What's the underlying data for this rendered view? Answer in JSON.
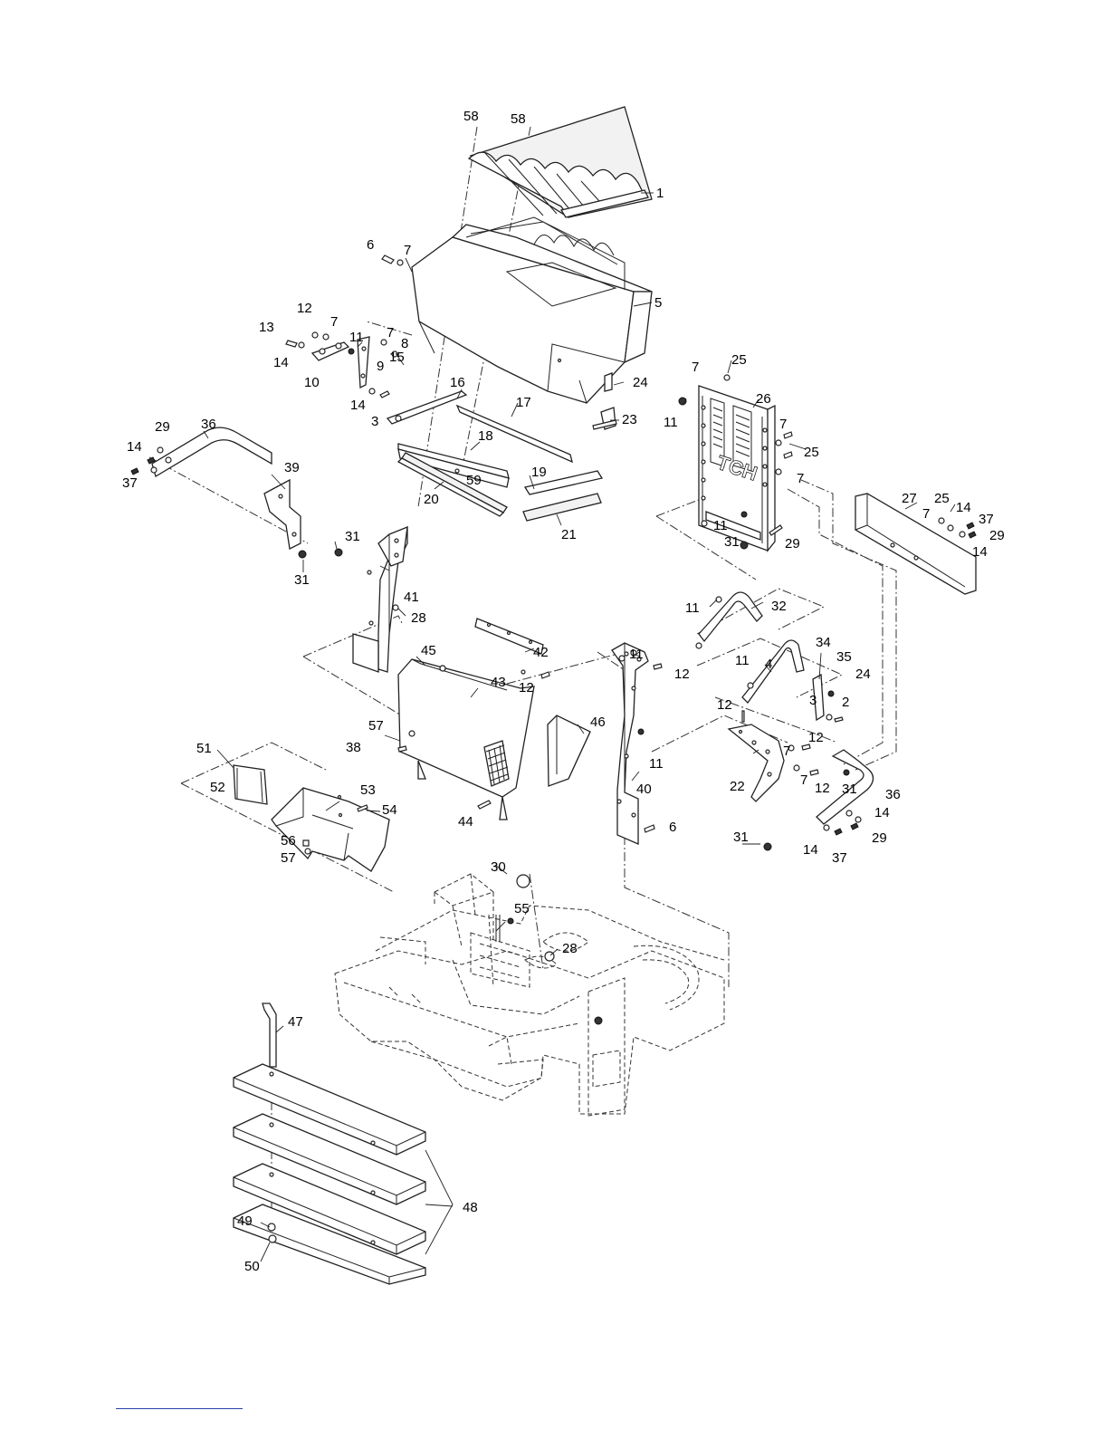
{
  "diagram": {
    "callouts": {
      "p1": "1",
      "p2": "2",
      "p3": "3",
      "p4": "4",
      "p5": "5",
      "p6": "6",
      "p7": "7",
      "p8": "8",
      "p9": "9",
      "p10": "10",
      "p11": "11",
      "p12": "12",
      "p13": "13",
      "p14": "14",
      "p15": "15",
      "p16": "16",
      "p17": "17",
      "p18": "18",
      "p19": "19",
      "p20": "20",
      "p21": "21",
      "p22": "22",
      "p23": "23",
      "p24": "24",
      "p25": "25",
      "p26": "26",
      "p27": "27",
      "p28": "28",
      "p29": "29",
      "p30": "30",
      "p31": "31",
      "p32": "32",
      "p34": "34",
      "p35": "35",
      "p36": "36",
      "p37": "37",
      "p38": "38",
      "p39": "39",
      "p40": "40",
      "p41": "41",
      "p42": "42",
      "p43": "43",
      "p44": "44",
      "p45": "45",
      "p46": "46",
      "p47": "47",
      "p48": "48",
      "p49": "49",
      "p50": "50",
      "p51": "51",
      "p52": "52",
      "p53": "53",
      "p54": "54",
      "p55": "55",
      "p56": "56",
      "p57": "57",
      "p58": "58",
      "p59": "59"
    },
    "panel_lettering": "TCH"
  }
}
